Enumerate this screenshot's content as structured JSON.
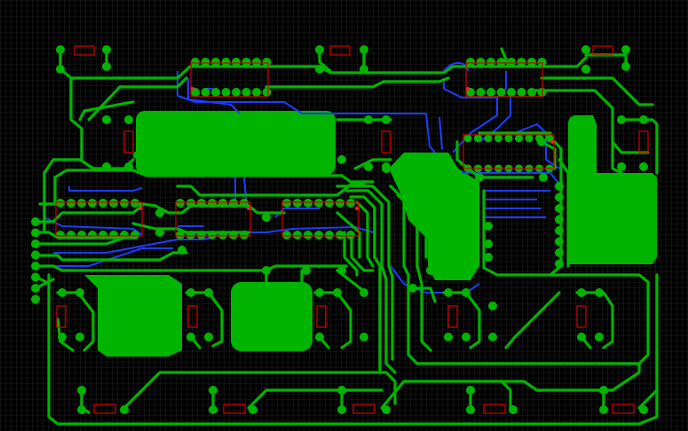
{
  "app": {
    "view": "pcb-layout-editor"
  },
  "colors": {
    "background": "#000000",
    "grid": "#3a3a3a",
    "top_copper": "#00b400",
    "bottom_copper": "#1f3cff",
    "silkscreen": "#d40000",
    "window_strip": "#1c5cff"
  },
  "layers": [
    "top-copper",
    "bottom-copper",
    "silkscreen-outline"
  ]
}
